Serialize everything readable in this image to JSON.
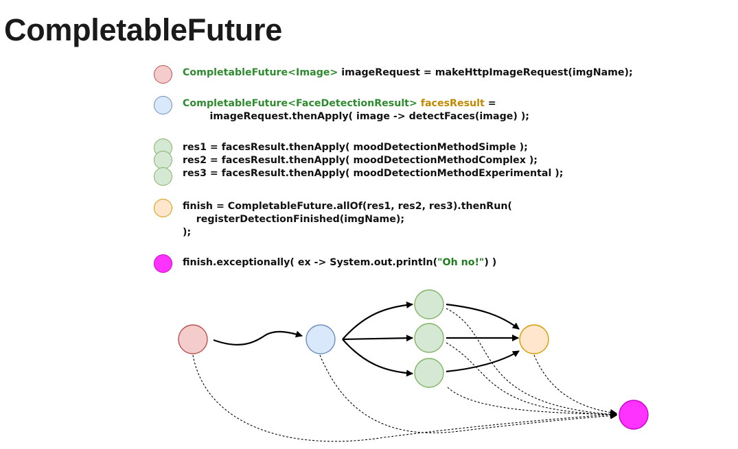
{
  "title": "CompletableFuture",
  "code": {
    "line1": {
      "type": "CompletableFuture<Image>",
      "rest": " imageRequest = makeHttpImageRequest(imgName);"
    },
    "line2": {
      "type": "CompletableFuture<FaceDetectionResult>",
      "var": " facesResult",
      "rest": " =\n        imageRequest.thenApply( image -> detectFaces(image) );"
    },
    "line3": "res1 = facesResult.thenApply( moodDetectionMethodSimple );\nres2 = facesResult.thenApply( moodDetectionMethodComplex );\nres3 = facesResult.thenApply( moodDetectionMethodExperimental );",
    "line4": "finish = CompletableFuture.allOf(res1, res2, res3).thenRun(\n    registerDetectionFinished(imgName);\n);",
    "line5": {
      "pre": "finish.exceptionally( ex -> System.out.println(",
      "str": "\"Oh no!\"",
      "post": ") )"
    }
  },
  "colors": {
    "red": "#f4cccc",
    "blue": "#dae8fc",
    "green": "#d5e8d4",
    "orange": "#ffe6cc",
    "magenta": "#ff33ff",
    "type_text": "#2e8a2e",
    "var_text": "#c08a00"
  }
}
